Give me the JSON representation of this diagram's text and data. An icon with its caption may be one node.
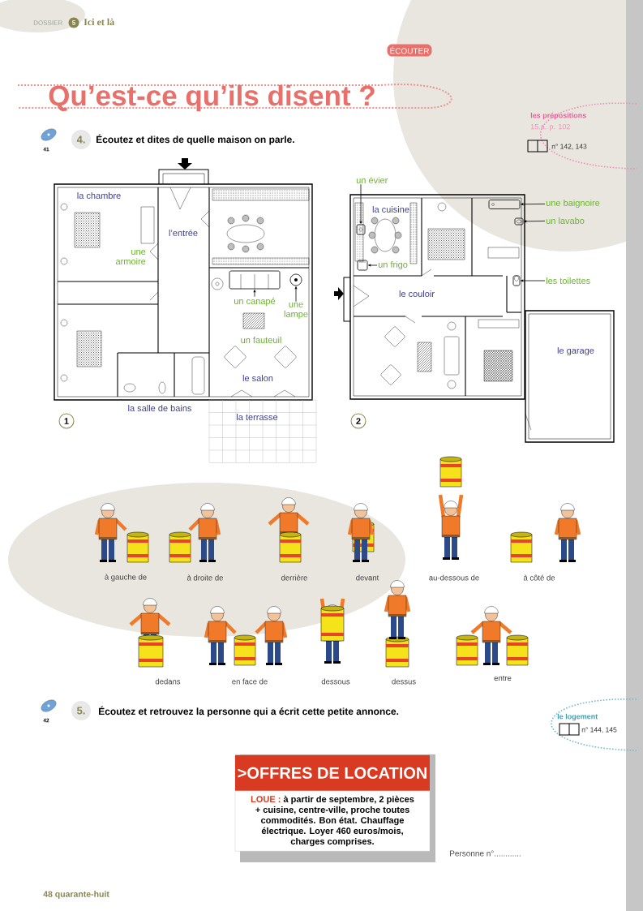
{
  "diagram": {
    "title": "Qu’est-ce qu’ils disent ?",
    "nodes": [
      {
        "text": [
          ">OFFRES DE LOCATION",
          "LOUE :",
          "à partir de septembre, 2 pièces + cuisine, centre-ville, proche toutes commodités. Bon état. Chauffage électrique. Loyer 460 euros/mois, charges comprises."
        ]
      },
      {
        "text": [
          "un canapé"
        ]
      },
      {
        "text": [],
        "shape": "picture"
      },
      {
        "text": [
          "une lampe"
        ]
      },
      {
        "text": [],
        "shape": "circle"
      },
      {
        "text": [
          "un évier"
        ]
      },
      {
        "text": [],
        "shape": "picture"
      },
      {
        "text": [
          "un frigo"
        ]
      },
      {
        "text": [],
        "shape": "picture"
      },
      {
        "text": [
          "une baignoire"
        ]
      },
      {
        "text": [],
        "shape": "picture"
      },
      {
        "text": [
          "un lavabo"
        ]
      },
      {
        "text": [],
        "shape": "picture"
      },
      {
        "text": [
          "les toilettes"
        ]
      },
      {
        "text": [],
        "shape": "picture"
      }
    ],
    "edges": [
      {
        "from": 1,
        "to": 2,
        "arrow": "to"
      },
      {
        "from": 3,
        "to": 4,
        "arrow": "to"
      },
      {
        "from": 5,
        "to": 6,
        "arrow": "to"
      },
      {
        "from": 7,
        "to": 8,
        "arrow": "to"
      },
      {
        "from": 9,
        "to": 10,
        "arrow": "to"
      },
      {
        "from": 11,
        "to": 12,
        "arrow": "to"
      },
      {
        "from": 13,
        "to": 14,
        "arrow": "to"
      }
    ],
    "labels": [
      "DOSSIER",
      "5",
      "Ici et là",
      "ÉCOUTER",
      "les prépositions",
      "15.a. p. 102",
      "n° 142, 143",
      "41",
      "4.",
      "Écoutez et dites de quelle maison on parle.",
      "la chambre",
      "l’entrée",
      "une armoire",
      "un fauteuil",
      "le salon",
      "la salle de bains",
      "la terrasse",
      "1",
      "la cuisine",
      "le couloir",
      "le garage",
      "2",
      "à gauche de",
      "à droite de",
      "derrière",
      "devant",
      "au-dessous de",
      "à côté de",
      "dedans",
      "en face de",
      "dessous",
      "dessus",
      "entre",
      "42",
      "5.",
      "Écoutez et retrouvez la personne qui a écrit cette petite annonce.",
      "le logement",
      "n° 144, 145",
      "Personne n°............",
      "48 quarante-huit"
    ]
  }
}
